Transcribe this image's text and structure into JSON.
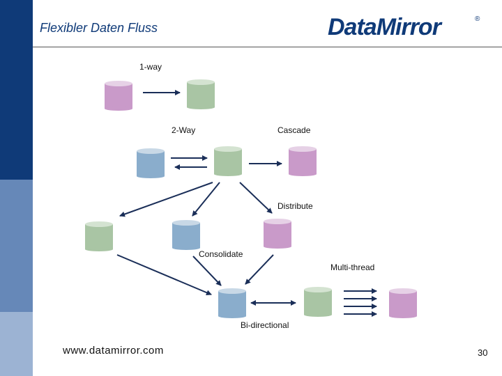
{
  "slide": {
    "title": "Flexibler Daten Fluss",
    "logo": "DataMirror",
    "logo_mark": "®",
    "footer_url": "www.datamirror.com",
    "page_number": "30"
  },
  "labels": {
    "one_way": "1-way",
    "two_way": "2-Way",
    "cascade": "Cascade",
    "distribute": "Distribute",
    "consolidate": "Consolidate",
    "multi_thread": "Multi-thread",
    "bi_directional": "Bi-directional"
  },
  "colors": {
    "sidebar_dark": "#0f3a78",
    "sidebar_mid": "#6688b8",
    "sidebar_light": "#9cb3d3",
    "db_pink": "#c99ac9",
    "db_green": "#a9c5a4",
    "db_blue": "#8aadcc",
    "arrow": "#1a2e58"
  }
}
